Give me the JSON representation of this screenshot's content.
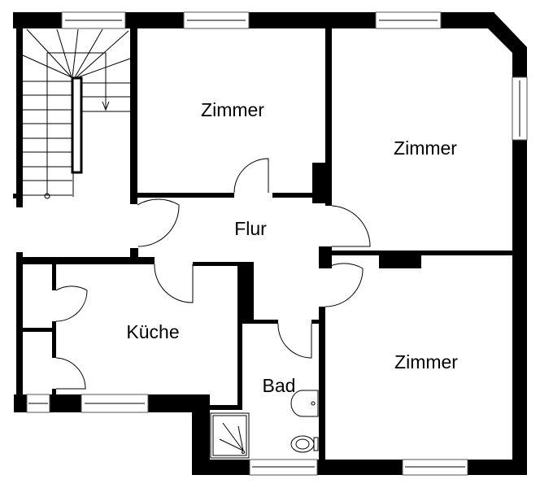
{
  "plan": {
    "wall_color": "#000000",
    "background_color": "#ffffff",
    "rooms": [
      {
        "id": "zimmer-1",
        "label": "Zimmer"
      },
      {
        "id": "zimmer-2",
        "label": "Zimmer"
      },
      {
        "id": "flur",
        "label": "Flur"
      },
      {
        "id": "kueche",
        "label": "Küche"
      },
      {
        "id": "bad",
        "label": "Bad"
      },
      {
        "id": "zimmer-3",
        "label": "Zimmer"
      }
    ],
    "fixtures": [
      "staircase",
      "shower",
      "sink",
      "toilet"
    ]
  }
}
